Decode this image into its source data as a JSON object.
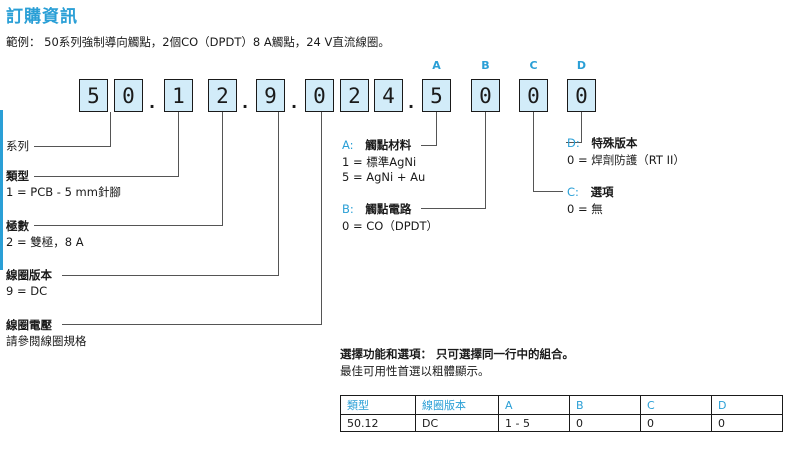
{
  "title": "訂購資訊",
  "example": "範例：  50系列強制導向觸點，2個CO（DPDT）8 A觸點，24 V直流線圈。",
  "code_boxes": [
    "5",
    "0",
    "1",
    "2",
    "9",
    "0",
    "2",
    "4",
    "5",
    "0",
    "0",
    "0"
  ],
  "dot": ".",
  "option_letters": [
    "A",
    "B",
    "C",
    "D"
  ],
  "left_labels": {
    "series": "系列",
    "type_title": "類型",
    "type_desc": "1 = PCB - 5 mm針腳",
    "poles_title": "極數",
    "poles_desc": "2 = 雙極，8 A",
    "coil_version_title": "線圈版本",
    "coil_version_desc": "9 = DC",
    "coil_voltage_title": "線圈電壓",
    "coil_voltage_desc": "請參閱線圈規格"
  },
  "middle_labels": {
    "a_letter": "A:",
    "a_title": "觸點材料",
    "a_line1": "1 = 標準AgNi",
    "a_line2": "5 = AgNi + Au",
    "b_letter": "B:",
    "b_title": "觸點電路",
    "b_line1": "0 = CO（DPDT）"
  },
  "right_labels": {
    "d_letter": "D:",
    "d_title": "特殊版本",
    "d_line1": "0 = 焊劑防護（RT II）",
    "c_letter": "C:",
    "c_title": "選項",
    "c_line1": "0 = 無"
  },
  "selection": {
    "heading": "選擇功能和選項：  只可選擇同一行中的組合。",
    "note": "最佳可用性首選以粗體顯示。",
    "headers": [
      "類型",
      "線圈版本",
      "A",
      "B",
      "C",
      "D"
    ],
    "rows": [
      [
        "50.12",
        "DC",
        "1 - 5",
        "0",
        "0",
        "0"
      ]
    ]
  }
}
